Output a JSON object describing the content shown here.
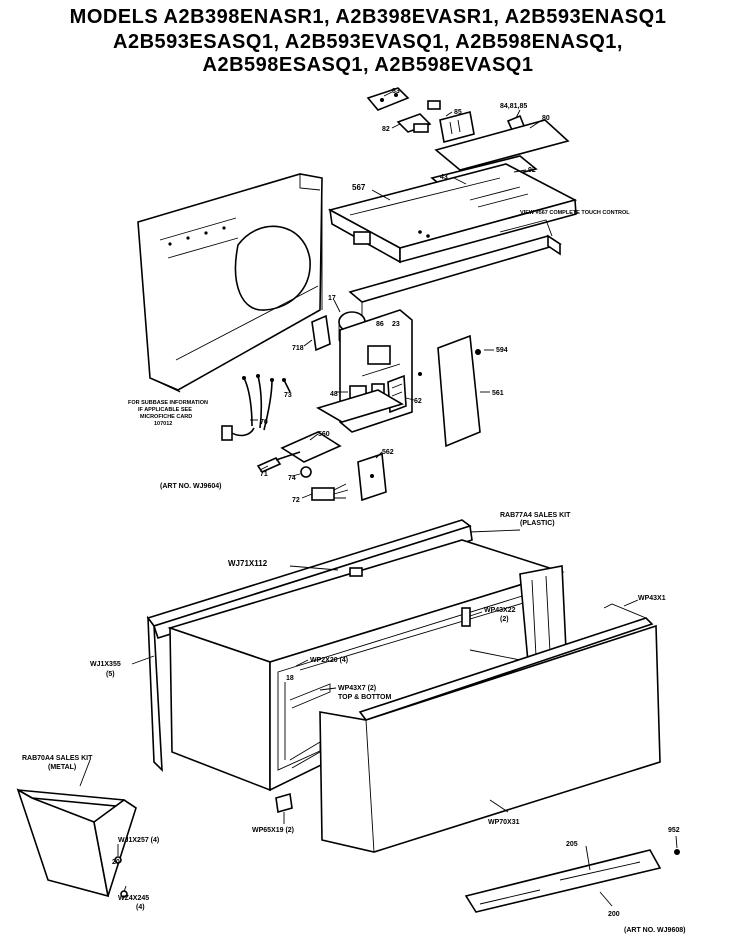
{
  "header": {
    "line1": "MODELS A2B398ENASR1, A2B398EVASR1, A2B593ENASQ1",
    "line2": "A2B593ESASQ1, A2B593EVASQ1, A2B598ENASQ1,",
    "line3": "A2B598ESASQ1, A2B598EVASQ1"
  },
  "upper_assembly": {
    "callouts": {
      "p83": "83",
      "p85": "85",
      "p82": "82",
      "p84_85": "84,81,85",
      "p80": "80",
      "p567": "567",
      "p43": "43",
      "p92": "92",
      "view_note": "VIEW #567 COMPLETE TOUCH CONTROL",
      "p17": "17",
      "p86": "86",
      "p23": "23",
      "p718": "718",
      "p594": "594",
      "p73": "73",
      "p48": "48",
      "p62": "62",
      "p561": "561",
      "p70": "70",
      "p560": "560",
      "p562": "562",
      "p71": "71",
      "p74": "74",
      "p72": "72"
    },
    "subbase_note": "FOR SUBBASE INFORMATION IF APPLICABLE SEE MICROFICHE CARD 107012",
    "art_no": "(ART NO. WJ9604)"
  },
  "lower_assembly": {
    "callouts": {
      "rab77a4": "RAB77A4 SALES KIT (PLASTIC)",
      "wj71x112": "WJ71X112",
      "wp43x1": "WP43X1",
      "wp43x22": "WP43X22 (2)",
      "wj1x355": "WJ1X355 (5)",
      "wp2x20": "WP2X20 (4)",
      "p18": "18",
      "wp43x7": "WP43X7 (2) TOP & BOTTOM",
      "rab70a4": "RAB70A4 SALES KIT (METAL)",
      "wj1x257": "WJ1X257 (4)",
      "p20": "20",
      "wz4x245": "WZ4X245 (4)",
      "wp65x19": "WP65X19 (2)",
      "wp70x31": "WP70X31",
      "p952": "952",
      "p205": "205",
      "p200": "200"
    },
    "art_no": "(ART NO. WJ9608)"
  }
}
